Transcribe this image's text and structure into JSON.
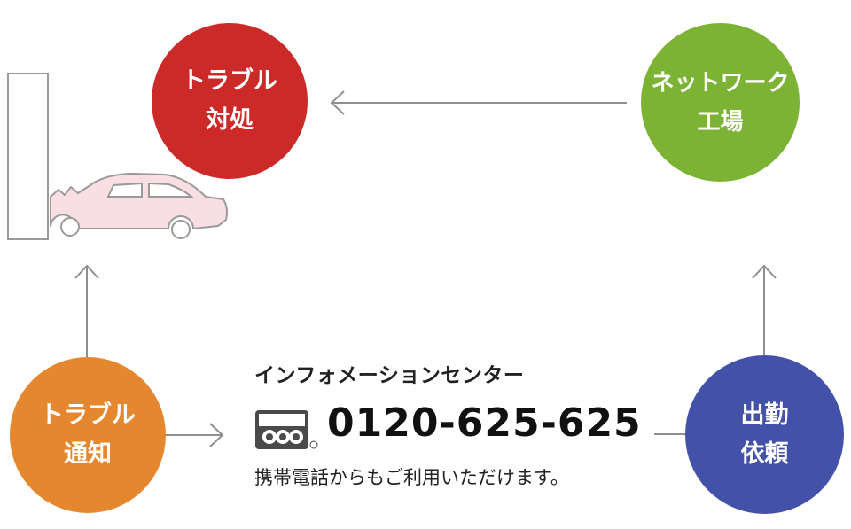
{
  "nodes": {
    "trouble_handling": {
      "line1": "トラブル",
      "line2": "対処",
      "color": "#cc2929"
    },
    "network_factory": {
      "line1": "ネットワーク",
      "line2": "工場",
      "color": "#7db335"
    },
    "trouble_notification": {
      "line1": "トラブル",
      "line2": "通知",
      "color": "#e5872e"
    },
    "dispatch_request": {
      "line1": "出勤",
      "line2": "依頼",
      "color": "#4451a8"
    }
  },
  "info_center": {
    "title": "インフォメーションセンター",
    "freedial_icon": "freedial-icon",
    "phone": "0120-625-625",
    "note": "携帯電話からもご利用いただけます。"
  },
  "illustration": {
    "icon": "crashed-car-icon",
    "car_color": "#f9dfe3",
    "line_color": "#9a9a9a"
  }
}
